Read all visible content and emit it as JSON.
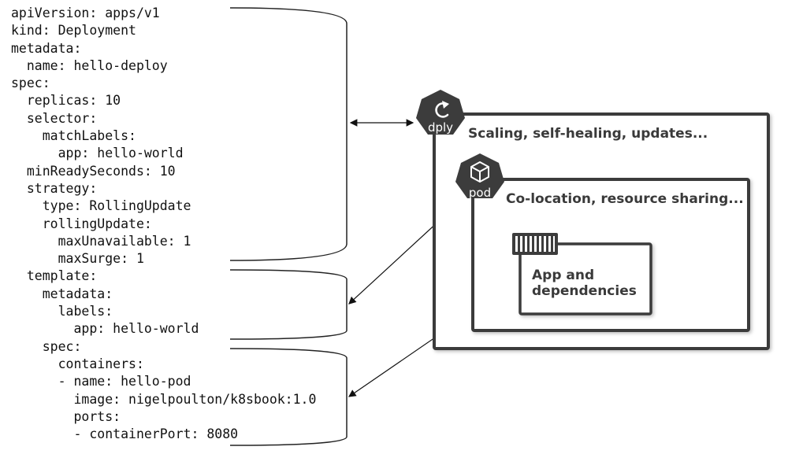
{
  "yaml_lines": [
    "apiVersion: apps/v1",
    "kind: Deployment",
    "metadata:",
    "  name: hello-deploy",
    "spec:",
    "  replicas: 10",
    "  selector:",
    "    matchLabels:",
    "      app: hello-world",
    "  minReadySeconds: 10",
    "  strategy:",
    "    type: RollingUpdate",
    "    rollingUpdate:",
    "      maxUnavailable: 1",
    "      maxSurge: 1",
    "  template:",
    "    metadata:",
    "      labels:",
    "        app: hello-world",
    "    spec:",
    "      containers:",
    "      - name: hello-pod",
    "        image: nigelpoulton/k8sbook:1.0",
    "        ports:",
    "        - containerPort: 8080"
  ],
  "deployment": {
    "badge": "dply",
    "title": "Scaling, self-healing, updates..."
  },
  "pod": {
    "badge": "pod",
    "title": "Co-location, resource sharing..."
  },
  "container": {
    "title_line1": "App and",
    "title_line2": "dependencies"
  },
  "colors": {
    "badge": "#3c3c3c",
    "border": "#3a3a3a",
    "text": "#111111"
  }
}
